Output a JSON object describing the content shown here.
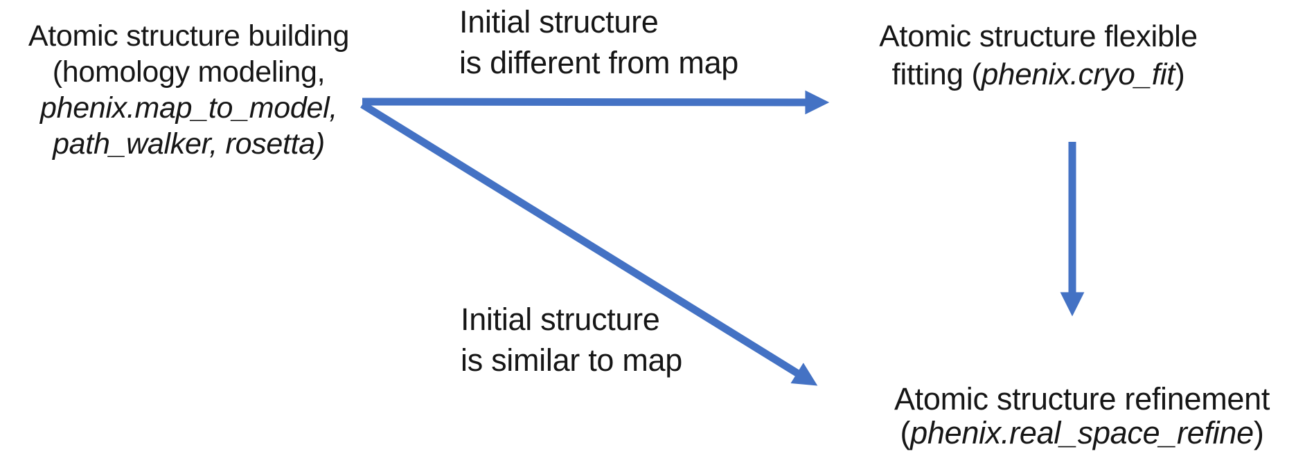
{
  "canvas": {
    "background": "#ffffff",
    "text_color": "#161616",
    "arrow_color": "#4472c4"
  },
  "nodes": {
    "building": {
      "line1": "Atomic structure building",
      "line2": "(homology modeling,",
      "line3": "phenix.map_to_model,",
      "line4": "path_walker, rosetta)"
    },
    "fitting": {
      "line1": "Atomic structure flexible",
      "line2_prefix": "fitting (",
      "line2_tool": "phenix.cryo_fit",
      "line2_suffix": ")"
    },
    "refinement": {
      "line1": "Atomic structure refinement",
      "line2_prefix": "(",
      "line2_tool": "phenix.real_space_refine",
      "line2_suffix": ")"
    }
  },
  "edge_labels": {
    "different": {
      "line1": "Initial structure",
      "line2": "is different from map"
    },
    "similar": {
      "line1": "Initial structure",
      "line2": "is similar to map"
    }
  },
  "arrows": [
    {
      "name": "arrow-building-to-fitting",
      "from": "building",
      "to": "fitting",
      "label": "Initial structure is different from map"
    },
    {
      "name": "arrow-building-to-refinement",
      "from": "building",
      "to": "refinement",
      "label": "Initial structure is similar to map"
    },
    {
      "name": "arrow-fitting-to-refinement",
      "from": "fitting",
      "to": "refinement",
      "label": ""
    }
  ]
}
